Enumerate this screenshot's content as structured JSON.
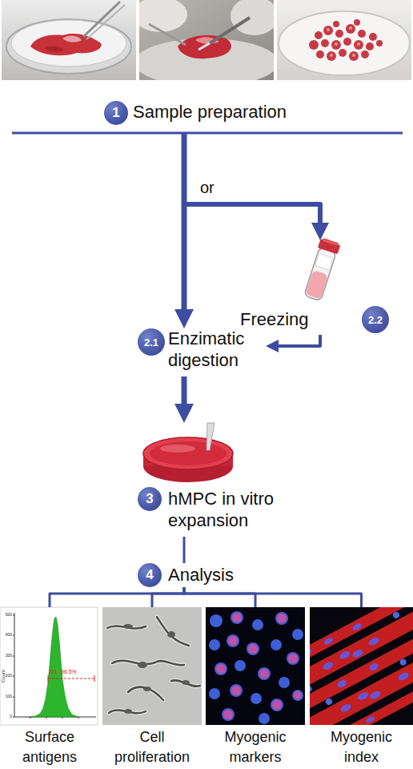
{
  "diagram": {
    "nodes": [
      {
        "text": [
          "1",
          "Sample preparation"
        ]
      },
      {
        "text": [
          "2.2",
          "Freezing"
        ]
      },
      {
        "text": [
          "2.1",
          "Enzimatic digestion"
        ]
      },
      {
        "text": [
          "3",
          "hMPC in vitro expansion"
        ]
      },
      {
        "text": [
          "4",
          "Analysis"
        ]
      },
      {
        "text": [
          "Surface antigens"
        ]
      },
      {
        "text": [
          "Cell proliferation"
        ]
      },
      {
        "text": [
          "Myogenic markers"
        ]
      },
      {
        "text": [
          "Myogenic index"
        ]
      }
    ],
    "edges": [
      {
        "from": 0,
        "to": 2,
        "arrow": "to"
      },
      {
        "from": 0,
        "to": 1,
        "label": "or",
        "arrow": "to"
      },
      {
        "from": 1,
        "to": 2,
        "arrow": "to"
      },
      {
        "from": 2,
        "to": 3,
        "arrow": "to"
      },
      {
        "from": 3,
        "to": 4,
        "arrow": "none"
      },
      {
        "from": 4,
        "to": 5,
        "arrow": "none"
      },
      {
        "from": 4,
        "to": 6,
        "arrow": "none"
      },
      {
        "from": 4,
        "to": 7,
        "arrow": "none"
      },
      {
        "from": 4,
        "to": 8,
        "arrow": "none"
      }
    ],
    "labels": [
      "Count",
      "500",
      "400",
      "300",
      "200",
      "100",
      "0",
      "M1",
      "96.5%"
    ]
  }
}
